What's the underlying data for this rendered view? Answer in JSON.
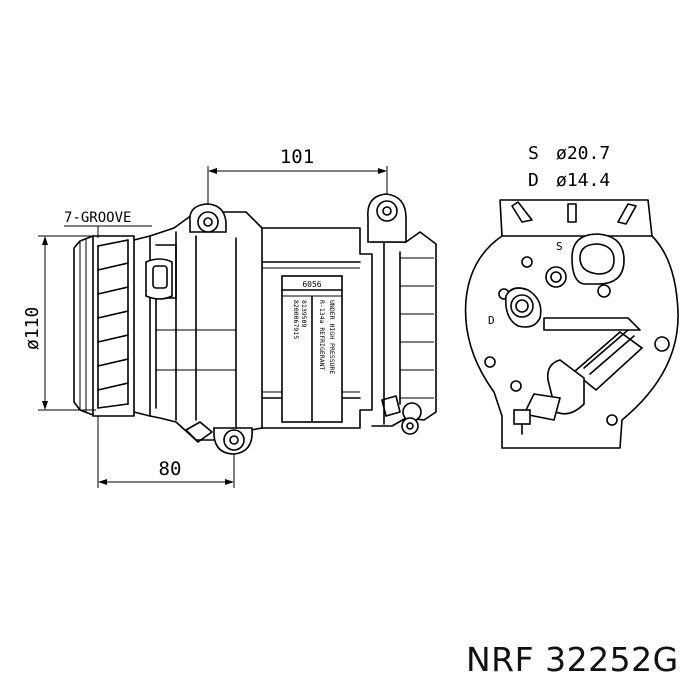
{
  "dimensions": {
    "top_width": "101",
    "bottom_width": "80",
    "diameter": "ø110",
    "pulley": "7-GROOVE",
    "suction": {
      "letter": "S",
      "value": "ø20.7"
    },
    "discharge": {
      "letter": "D",
      "value": "ø14.4"
    }
  },
  "label_plate": {
    "top": "6056",
    "part_numbers": [
      "8200067915",
      "8139509"
    ],
    "refrigerant": "R-134a REFRIGERANT",
    "pressure": "UNDER HIGH PRESSURE"
  },
  "port_marks": {
    "s": "S",
    "d": "D"
  },
  "product": {
    "brand": "NRF",
    "part_number": "32252G"
  }
}
